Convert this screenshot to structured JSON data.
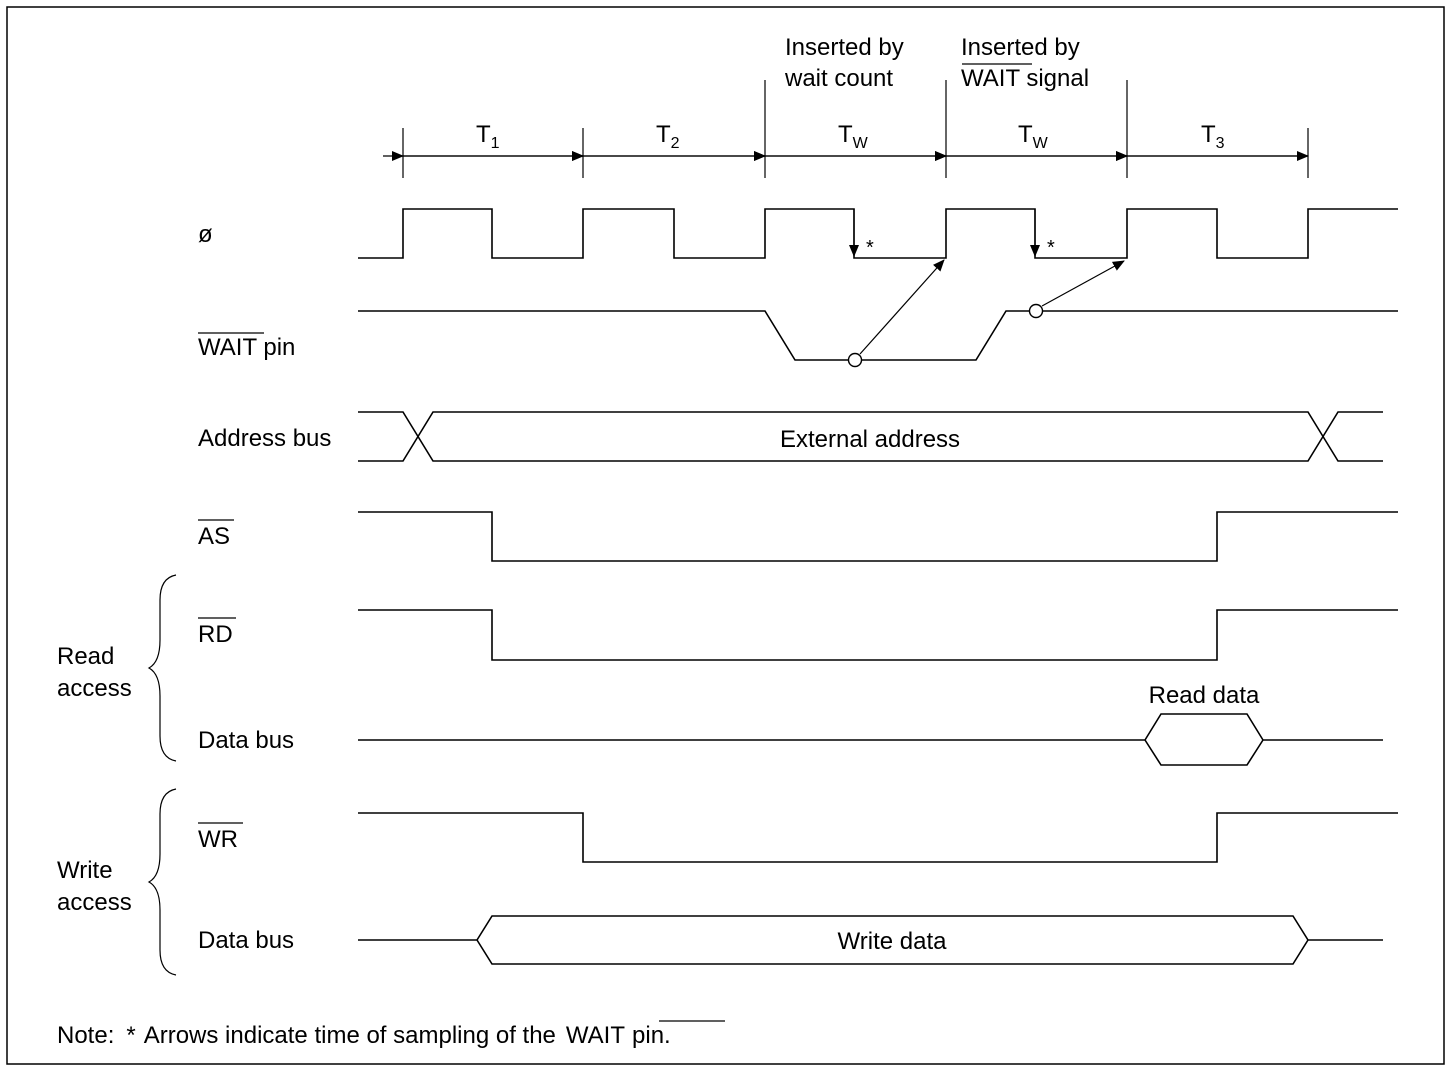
{
  "annotations": {
    "wait_count": [
      "Inserted by",
      "wait count"
    ],
    "wait_signal": [
      "Inserted by",
      "WAIT",
      "signal"
    ]
  },
  "periods": [
    {
      "base": "T",
      "sub": "1"
    },
    {
      "base": "T",
      "sub": "2"
    },
    {
      "base": "T",
      "sub": "W"
    },
    {
      "base": "T",
      "sub": "W"
    },
    {
      "base": "T",
      "sub": "3"
    }
  ],
  "signals": {
    "phi": "ø",
    "wait_pin": {
      "name": "WAIT",
      "suffix": " pin"
    },
    "address_bus": "Address bus",
    "as": "AS",
    "rd": "RD",
    "wr": "WR",
    "data_bus_read": "Data bus",
    "data_bus_write": "Data bus"
  },
  "groups": {
    "read_access": [
      "Read",
      "access"
    ],
    "write_access": [
      "Write",
      "access"
    ]
  },
  "bus_values": {
    "external_address": "External address",
    "read_data": "Read data",
    "write_data": "Write data"
  },
  "sample_marker": "*",
  "note": {
    "prefix": "Note:",
    "star": "*",
    "text_before": "Arrows indicate time of sampling of the",
    "signal": "WAIT",
    "text_after": "pin."
  }
}
